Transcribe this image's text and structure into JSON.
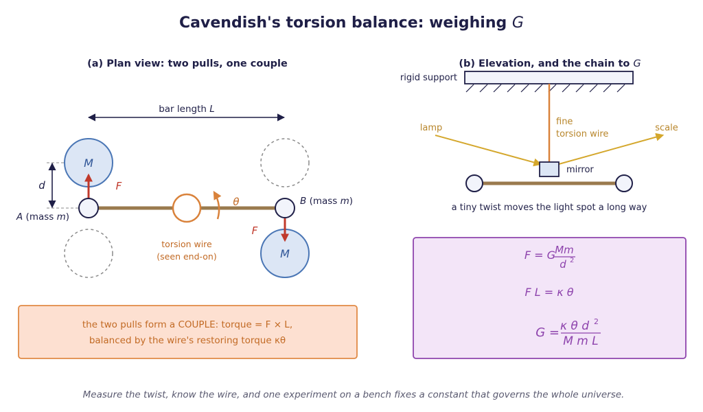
{
  "title": {
    "main": "Cavendish's torsion balance: weighing ",
    "symbol": "G"
  },
  "panel_a": {
    "heading": "(a) Plan view: two pulls, one couple",
    "bar_length_label": "bar length ",
    "bar_length_symbol": "L",
    "big_mass_symbol": "M",
    "distance_symbol": "d",
    "force_symbol": "F",
    "angle_symbol": "θ",
    "small_mass_a": {
      "letter": "A",
      "text": "(mass ",
      "sym": "m",
      "close": ")"
    },
    "small_mass_b": {
      "letter": "B",
      "text": "(mass ",
      "sym": "m",
      "close": ")"
    },
    "torsion_wire_line1": "torsion wire",
    "torsion_wire_line2": "(seen end-on)",
    "couple_line1": "the two pulls form a COUPLE:   torque  = F × L,",
    "couple_line2": "balanced by the wire's restoring torque κθ"
  },
  "panel_b": {
    "heading": "(b) Elevation, and the chain to ",
    "heading_symbol": "G",
    "rigid_support": "rigid support",
    "fine_line1": "fine",
    "fine_line2": "torsion wire",
    "lamp": "lamp",
    "scale": "scale",
    "mirror": "mirror",
    "caption": "a tiny twist moves the light spot a long way"
  },
  "equations": {
    "eq1_lhs": "F = G",
    "eq1_num": "Mm",
    "eq1_den": "d",
    "eq1_den_exp": "2",
    "eq2": "F L = κ θ",
    "eq3_lhs": "G =",
    "eq3_num": "κ θ d",
    "eq3_num_exp": "2",
    "eq3_den": "M m L"
  },
  "footer": "Measure the twist, know the wire, and one experiment on a bench fixes a constant that governs the whole universe.",
  "colors": {
    "navy": "#1f1f47",
    "bar": "#9a7a4e",
    "force": "#c0392b",
    "orange": "#d9823b",
    "orange_text": "#c26a24",
    "gold": "#d4a72c",
    "gold_text": "#b8862b",
    "purple": "#8e44ad",
    "blue_mass": "#4a76b5",
    "blue_fill": "#dce6f5"
  }
}
